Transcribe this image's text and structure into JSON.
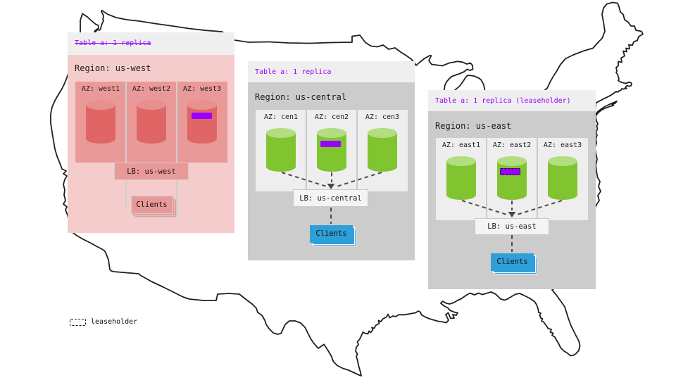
{
  "map": {
    "name": "united-states-outline",
    "stroke": "#1f1f1f"
  },
  "legend": {
    "label": "leaseholder"
  },
  "colors": {
    "purple": "#9900ff",
    "header_bg": "#efefef",
    "west_panel": "#f4cccc",
    "west_az": "#ea9999",
    "west_cyl_body": "#e06666",
    "west_cyl_top": "#ec9c9c",
    "gray_panel": "#cccccc",
    "gray_az": "#eeeeee",
    "green_cyl_body": "#80c52f",
    "green_cyl_top": "#b2dd80",
    "blue_clients": "#2f9fd9",
    "dash_line": "#4a4a4a"
  },
  "regions": [
    {
      "table": "Table a: 1 replica",
      "region": "Region: us-west",
      "azs": [
        "AZ: west1",
        "AZ: west2",
        "AZ: west3"
      ],
      "lb": "LB: us-west",
      "clients": "Clients"
    },
    {
      "table": "Table a: 1 replica",
      "region": "Region: us-central",
      "azs": [
        "AZ: cen1",
        "AZ: cen2",
        "AZ: cen3"
      ],
      "lb": "LB: us-central",
      "clients": "Clients"
    },
    {
      "table": "Table a: 1 replica (leaseholder)",
      "region": "Region: us-east",
      "azs": [
        "AZ: east1",
        "AZ: east2",
        "AZ: east3"
      ],
      "lb": "LB: us-east",
      "clients": "Clients"
    }
  ]
}
